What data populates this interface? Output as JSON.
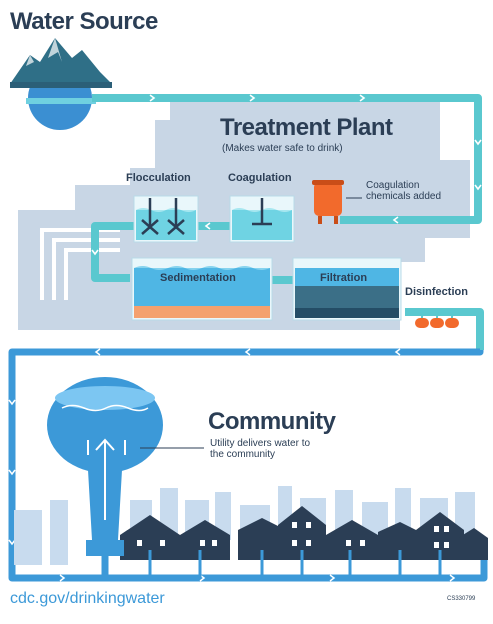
{
  "title": "Water Source",
  "plant": {
    "title": "Treatment Plant",
    "subtitle": "(Makes water safe to drink)",
    "steps": {
      "flocculation": "Flocculation",
      "coagulation": "Coagulation",
      "sedimentation": "Sedimentation",
      "filtration": "Filtration",
      "disinfection": "Disinfection"
    },
    "chemicals_note": "Coagulation chemicals added"
  },
  "community": {
    "title": "Community",
    "note": "Utility delivers water to the community"
  },
  "footer": {
    "url": "cdc.gov/drinkingwater",
    "code": "CS330799"
  },
  "colors": {
    "pipe": "#5ac8cf",
    "pipe_outflow": "#3c99d8",
    "navy": "#2b3e55",
    "building": "#c8d6e5",
    "orange": "#f26a2c"
  }
}
